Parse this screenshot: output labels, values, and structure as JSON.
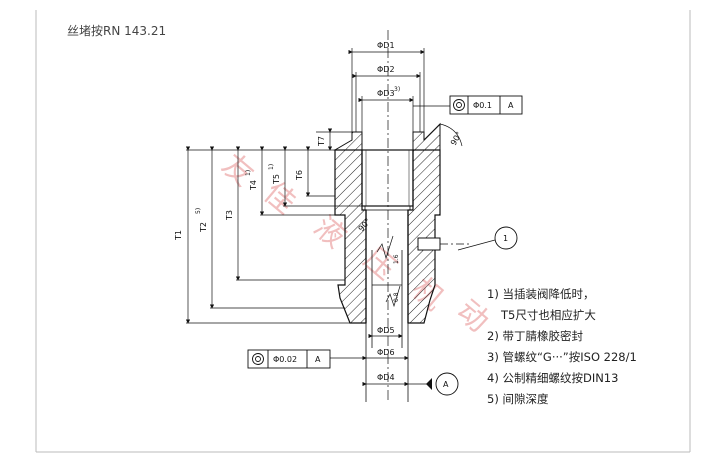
{
  "header": {
    "title": "丝堵按RN 143.21"
  },
  "dimensions": {
    "d1": "ΦD1",
    "d2": "ΦD2",
    "d3": "ΦD3",
    "d3_note": "3)",
    "d4": "ΦD4",
    "d5": "ΦD5",
    "d6": "ΦD6",
    "t1": "T1",
    "t2": "T2",
    "t2_note": "5)",
    "t3": "T3",
    "t4": "T4",
    "t4_note": "1)",
    "t5": "T5",
    "t5_note": "1)",
    "t6": "T6",
    "t7": "T7",
    "angle_top": "90°",
    "angle_mid": "90°",
    "roughness_1": "1.6",
    "roughness_2": "0.8"
  },
  "tolerance_frames": {
    "top": {
      "symbol": "concentricity-icon",
      "value": "Φ0.1",
      "datum": "A"
    },
    "bottom": {
      "symbol": "concentricity-icon",
      "value": "Φ0.02",
      "datum": "A"
    }
  },
  "datum": {
    "label": "A"
  },
  "callout": {
    "label": "1"
  },
  "notes": [
    "1) 当插装阀降低时，",
    "T5尺寸也相应扩大",
    "2) 带丁腈橡胶密封",
    "3) 管螺纹“G···”按ISO 228/1",
    "4) 公制精细螺纹按DIN13",
    "5) 间隙深度"
  ],
  "watermark": {
    "text": "友 佳 液 压 机 动"
  }
}
